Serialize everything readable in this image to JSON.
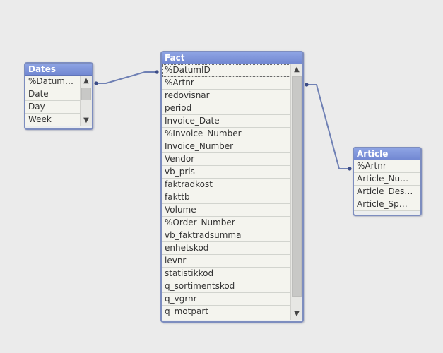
{
  "colors": {
    "canvas": "#ebebeb",
    "header": "#7d93db",
    "link": "#6f80b4",
    "rowBg": "#f4f4ee"
  },
  "tables": {
    "dates": {
      "title": "Dates",
      "fields": [
        "%Datum…",
        "Date",
        "Day",
        "Week"
      ]
    },
    "fact": {
      "title": "Fact",
      "fields": [
        "%DatumID",
        "%Artnr",
        "redovisnar",
        "period",
        "Invoice_Date",
        "%Invoice_Number",
        "Invoice_Number",
        "Vendor",
        "vb_pris",
        "faktradkost",
        "fakttb",
        "Volume",
        "%Order_Number",
        "vb_faktradsumma",
        "enhetskod",
        "levnr",
        "statistikkod",
        "q_sortimentskod",
        "q_vgrnr",
        "q_motpart"
      ]
    },
    "article": {
      "title": "Article",
      "fields": [
        "%Artnr",
        "Article_Nu…",
        "Article_Des…",
        "Article_Sp…"
      ]
    }
  },
  "scroll_icons": {
    "up": "chevron-up-icon",
    "down": "chevron-down-icon"
  }
}
